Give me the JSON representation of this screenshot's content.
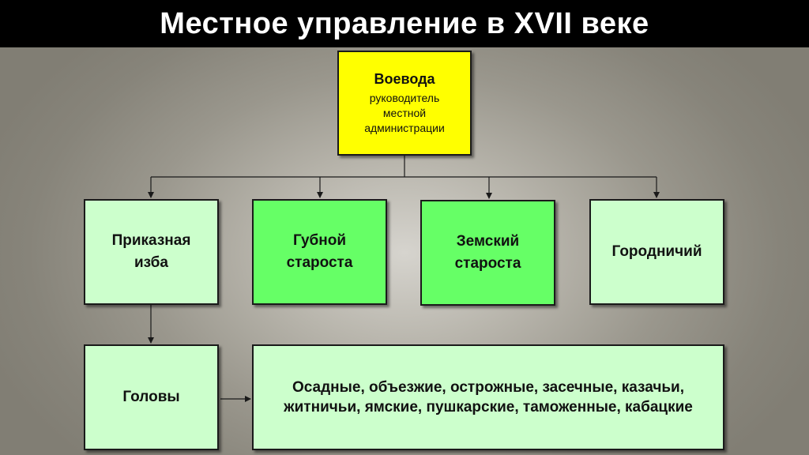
{
  "title": "Местное управление в XVII веке",
  "voevoda": {
    "title": "Воевода",
    "description": "руководитель\nместной\nадминистрации"
  },
  "subordinates": [
    {
      "label": "Приказная\nизба"
    },
    {
      "label": "Губной\nстароста"
    },
    {
      "label": "Земский\nстароста"
    },
    {
      "label": "Городничий"
    }
  ],
  "heads": {
    "label": "Головы",
    "kinds": "Осадные, объезжие, острожные, засечные, казачьи,\nжитничьи, ямские, пушкарские, таможенные, кабацкие"
  },
  "colors": {
    "title_bg": "#000000",
    "voevoda": "#ffff00",
    "light_green": "#ccffcc",
    "bright_green": "#66ff66"
  }
}
